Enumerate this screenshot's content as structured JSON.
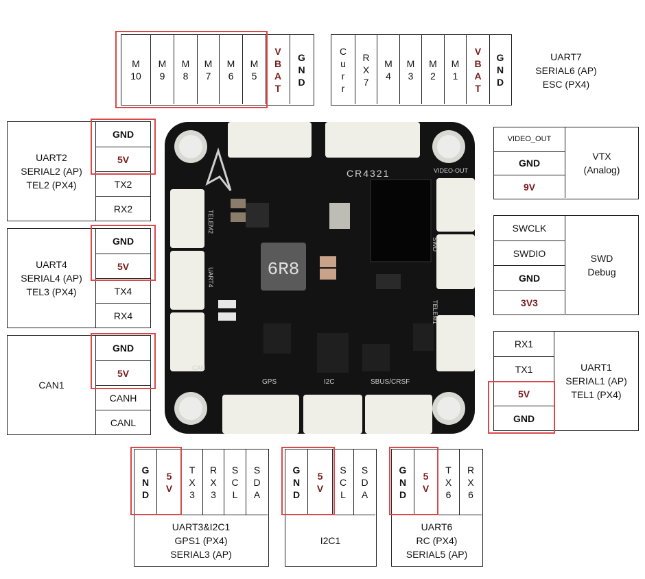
{
  "top_left": {
    "pins": [
      [
        "M",
        "10"
      ],
      [
        "M",
        "9"
      ],
      [
        "M",
        "8"
      ],
      [
        "M",
        "7"
      ],
      [
        "M",
        "6"
      ],
      [
        "M",
        "5"
      ],
      [
        "V",
        "B",
        "A",
        "T"
      ],
      [
        "G",
        "N",
        "D"
      ]
    ]
  },
  "top_right": {
    "pins": [
      [
        "C",
        "u",
        "r",
        "r"
      ],
      [
        "R",
        "X",
        "7"
      ],
      [
        "M",
        "4"
      ],
      [
        "M",
        "3"
      ],
      [
        "M",
        "2"
      ],
      [
        "M",
        "1"
      ],
      [
        "V",
        "B",
        "A",
        "T"
      ],
      [
        "G",
        "N",
        "D"
      ]
    ],
    "label": [
      "UART7",
      "SERIAL6 (AP)",
      "ESC (PX4)"
    ]
  },
  "uart2": {
    "label": [
      "UART2",
      "SERIAL2 (AP)",
      "TEL2 (PX4)"
    ],
    "pins": [
      "GND",
      "5V",
      "TX2",
      "RX2"
    ]
  },
  "uart4": {
    "label": [
      "UART4",
      "SERIAL4 (AP)",
      "TEL3 (PX4)"
    ],
    "pins": [
      "GND",
      "5V",
      "TX4",
      "RX4"
    ]
  },
  "can1": {
    "label": [
      "CAN1"
    ],
    "pins": [
      "GND",
      "5V",
      "CANH",
      "CANL"
    ]
  },
  "vtx": {
    "label": [
      "VTX",
      "(Analog)"
    ],
    "pins": [
      "VIDEO_OUT",
      "GND",
      "9V"
    ]
  },
  "swd": {
    "label": [
      "SWD",
      "Debug"
    ],
    "pins": [
      "SWCLK",
      "SWDIO",
      "GND",
      "3V3"
    ]
  },
  "uart1": {
    "label": [
      "UART1",
      "SERIAL1 (AP)",
      "TEL1 (PX4)"
    ],
    "pins": [
      "RX1",
      "TX1",
      "5V",
      "GND"
    ]
  },
  "bottom_left": {
    "pins": [
      [
        "G",
        "N",
        "D"
      ],
      [
        "5",
        "V"
      ],
      [
        "T",
        "X",
        "3"
      ],
      [
        "R",
        "X",
        "3"
      ],
      [
        "S",
        "C",
        "L"
      ],
      [
        "S",
        "D",
        "A"
      ]
    ],
    "label": [
      "UART3&I2C1",
      "GPS1 (PX4)",
      "SERIAL3 (AP)"
    ]
  },
  "bottom_mid": {
    "pins": [
      [
        "G",
        "N",
        "D"
      ],
      [
        "5",
        "V"
      ],
      [
        "S",
        "C",
        "L"
      ],
      [
        "S",
        "D",
        "A"
      ]
    ],
    "label": [
      "I2C1"
    ]
  },
  "bottom_right": {
    "pins": [
      [
        "G",
        "N",
        "D"
      ],
      [
        "5",
        "V"
      ],
      [
        "T",
        "X",
        "6"
      ],
      [
        "R",
        "X",
        "6"
      ]
    ],
    "label": [
      "UART6",
      "RC (PX4)",
      "SERIAL5 (AP)"
    ]
  },
  "board": {
    "model": "CR4321",
    "inductor": "6R8",
    "silk": {
      "video": "VIDEO-OUT",
      "swd": "SWD",
      "telem1": "TELEM1",
      "telem2": "TELEM2",
      "uart4": "UART4",
      "can": "CAN",
      "gps": "GPS",
      "i2c": "I2C",
      "sbus": "SBUS/CRSF"
    }
  },
  "colors": {
    "power_text": "#7a1b1b",
    "highlight": "#d9484b",
    "board": "#131313"
  }
}
